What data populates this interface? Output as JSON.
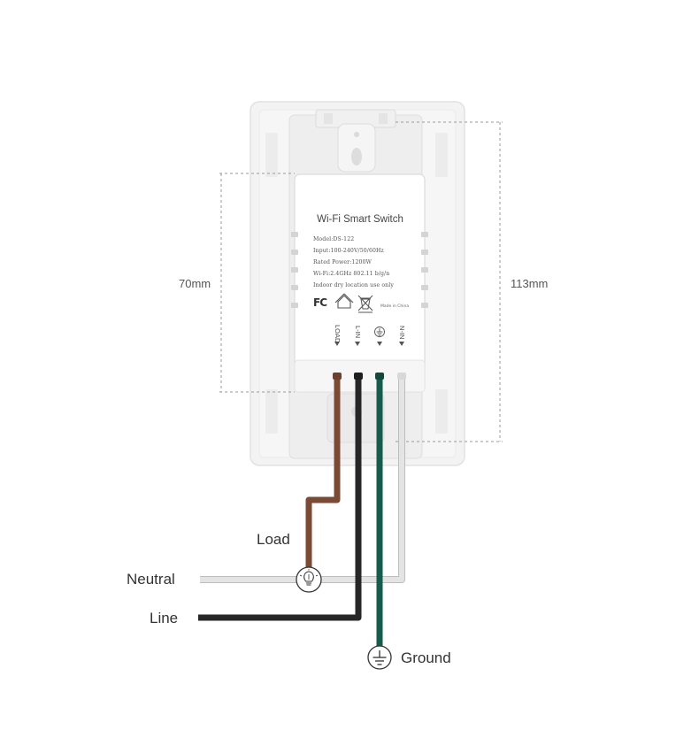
{
  "module": {
    "title": "Wi-Fi Smart Switch",
    "specs": [
      "Model:DS-122",
      "Input:100-240V/50/60Hz",
      "Rated Power:1200W",
      "Wi-Fi:2.4GHz 802.11 b/g/n",
      "Indoor dry location use only"
    ],
    "fcc_mark": "FC",
    "made_in": "Made in China",
    "terminals": [
      "LOAD",
      "L-IN",
      "N-IN"
    ]
  },
  "dimensions": {
    "height_module": "70mm",
    "height_plate": "113mm"
  },
  "wires": {
    "load": "Load",
    "neutral": "Neutral",
    "line": "Line",
    "ground": "Ground"
  },
  "colors": {
    "load_wire": "#7a4a35",
    "line_wire": "#262626",
    "ground_wire": "#155c4c",
    "neutral_wire": "#e4e4e4",
    "plate": "#f4f4f4",
    "module": "#ffffff"
  },
  "icons": [
    "bulb-icon",
    "ground-icon",
    "home-icon",
    "weee-bin-icon",
    "ground-terminal-icon"
  ]
}
